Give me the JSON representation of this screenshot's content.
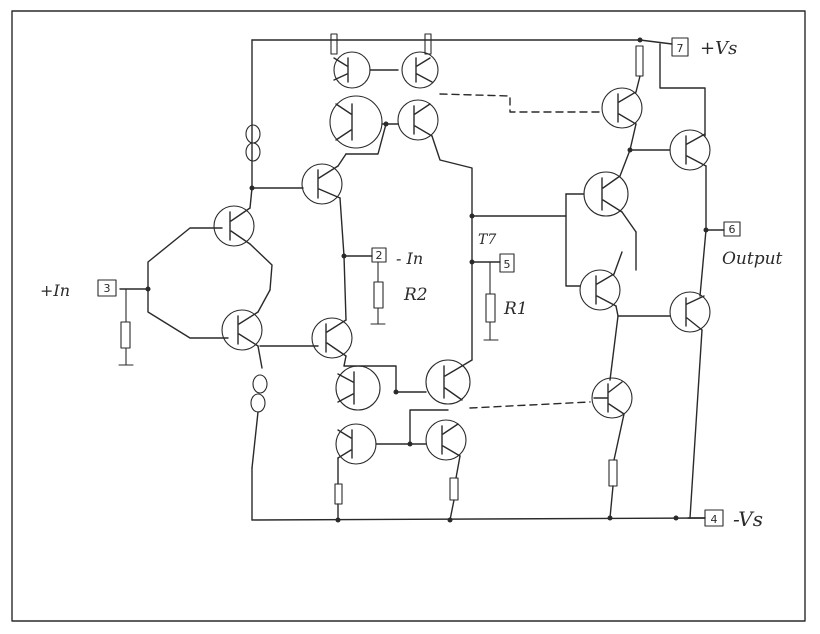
{
  "labels": {
    "pos_supply": "+Vs",
    "neg_supply": "-Vs",
    "in_plus": "+In",
    "in_minus": "- In",
    "output": "Output",
    "r1": "R1",
    "r2": "R2",
    "t7": "T7"
  },
  "pins": {
    "p7": "7",
    "p4": "4",
    "p3": "3",
    "p2": "2",
    "p5": "5",
    "p6": "6"
  }
}
